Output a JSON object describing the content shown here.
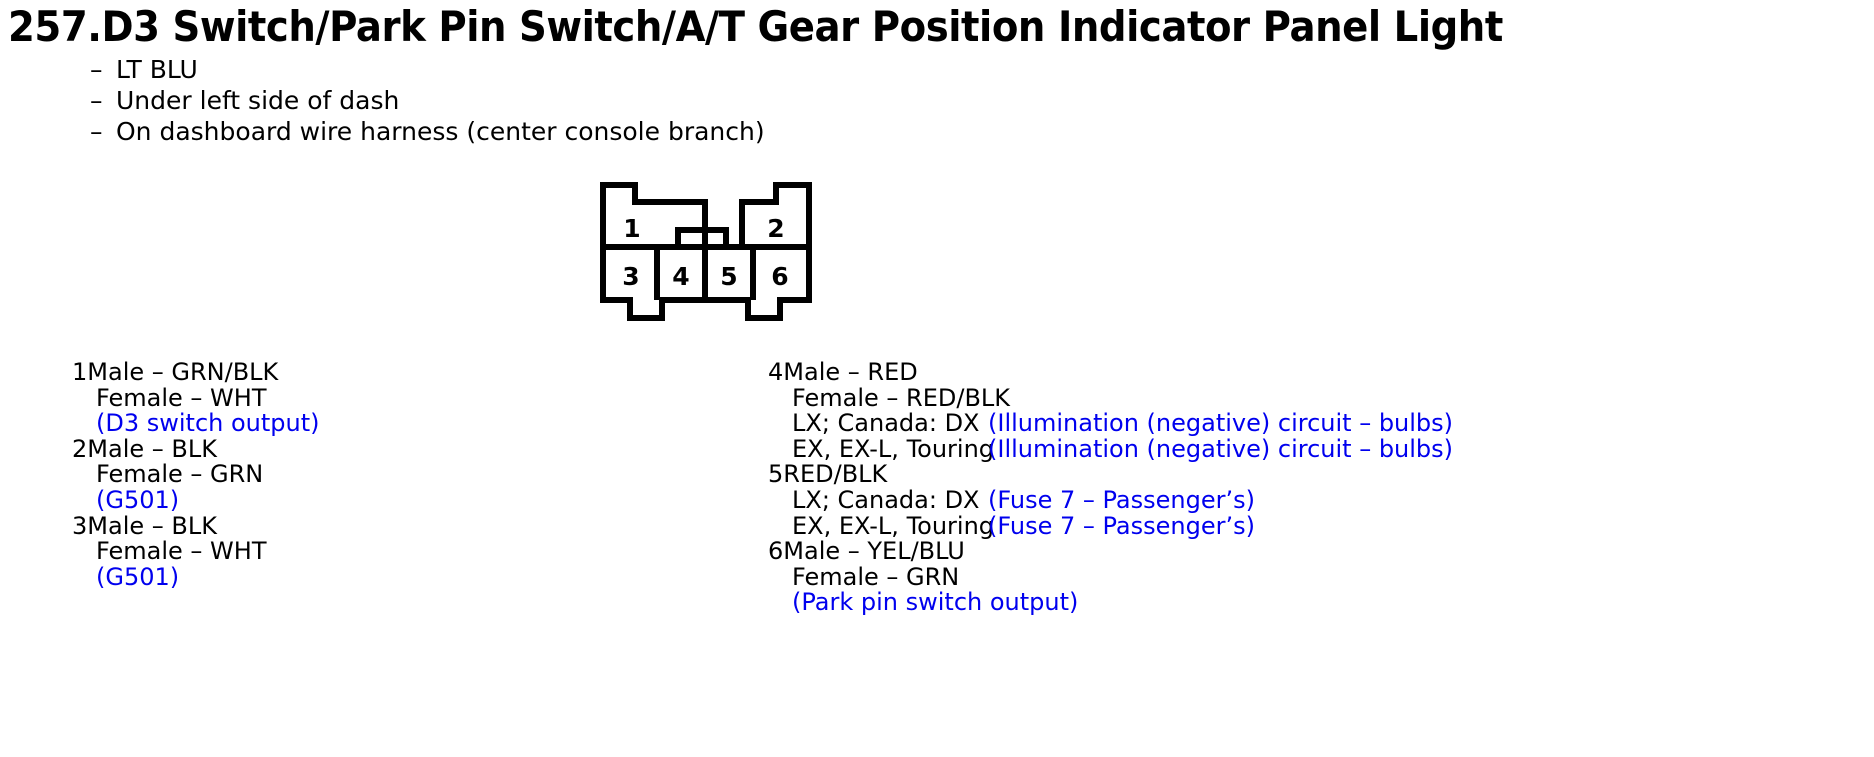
{
  "page": {
    "title": "257.D3 Switch/Park Pin Switch/A/T Gear Position Indicator Panel Light",
    "bullets": [
      {
        "dash": "–",
        "text": "LT BLU"
      },
      {
        "dash": "–",
        "text": "Under left side of dash"
      },
      {
        "dash": "–",
        "text": "On dashboard wire harness (center console branch)"
      }
    ]
  },
  "connector": {
    "name": "6-pin-connector",
    "top_row": [
      "1",
      "2"
    ],
    "bottom_row": [
      "3",
      "4",
      "5",
      "6"
    ]
  },
  "pins": {
    "left": [
      {
        "num": "1",
        "head": "Male – GRN/BLK",
        "lines": [
          {
            "label": "Female – WHT",
            "circuit": ""
          },
          {
            "label": "",
            "circuit": "(D3 switch output)"
          }
        ]
      },
      {
        "num": "2",
        "head": "Male – BLK",
        "lines": [
          {
            "label": "Female – GRN",
            "circuit": ""
          },
          {
            "label": "",
            "circuit": "(G501)"
          }
        ]
      },
      {
        "num": "3",
        "head": "Male – BLK",
        "lines": [
          {
            "label": "Female – WHT",
            "circuit": ""
          },
          {
            "label": "",
            "circuit": "(G501)"
          }
        ]
      }
    ],
    "right": [
      {
        "num": "4",
        "head": "Male – RED",
        "lines": [
          {
            "label": "Female – RED/BLK",
            "circuit": ""
          },
          {
            "label": "LX; Canada: DX",
            "circuit": "(Illumination (negative) circuit – bulbs)"
          },
          {
            "label": "EX, EX-L, Touring",
            "circuit": "(Illumination (negative) circuit – bulbs)"
          }
        ]
      },
      {
        "num": "5",
        "head": "RED/BLK",
        "lines": [
          {
            "label": "LX; Canada: DX",
            "circuit": "(Fuse 7 – Passenger’s)"
          },
          {
            "label": "EX, EX-L, Touring",
            "circuit": "(Fuse 7 – Passenger’s)"
          }
        ]
      },
      {
        "num": "6",
        "head": "Male – YEL/BLU",
        "lines": [
          {
            "label": "Female – GRN",
            "circuit": ""
          },
          {
            "label": "",
            "circuit": "(Park pin switch output)"
          }
        ]
      }
    ]
  },
  "colors": {
    "text": "#000000",
    "circuit": "#0000ee",
    "background": "#ffffff"
  }
}
